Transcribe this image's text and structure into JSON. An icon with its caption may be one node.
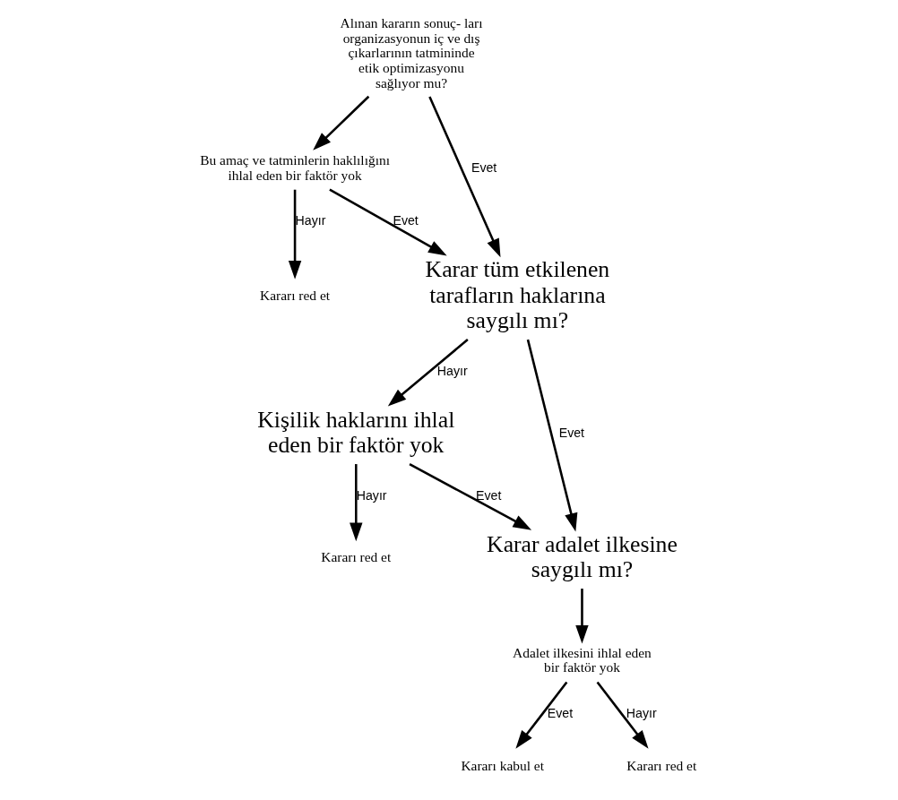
{
  "diagram": {
    "nodes": [
      {
        "text": [
          "Alınan kararın sonuç- ları organizasyonun iç ve dış çıkarlarının tatmininde etik optimizasyonu sağlıyor mu?"
        ]
      },
      {
        "text": [
          "Bu amaç ve tatminlerin haklılığını ihlal eden bir faktör yok"
        ]
      },
      {
        "text": [
          "Kararı red et"
        ]
      },
      {
        "text": [
          "Karar tüm etkilenen tarafların haklarına saygılı mı?"
        ]
      },
      {
        "text": [
          "Kişilik haklarını ihlal eden bir faktör yok"
        ]
      },
      {
        "text": [
          "Kararı red et"
        ]
      },
      {
        "text": [
          "Karar adalet ilkesine saygılı mı?"
        ]
      },
      {
        "text": [
          "Adalet ilkesini ihlal eden bir faktör yok"
        ]
      },
      {
        "text": [
          "Kararı kabul et"
        ]
      },
      {
        "text": [
          "Kararı red et"
        ]
      }
    ],
    "edges": [
      {
        "from": 0,
        "to": 1,
        "arrow": "to"
      },
      {
        "from": 0,
        "to": 3,
        "arrow": "to",
        "label": "Evet"
      },
      {
        "from": 1,
        "to": 3,
        "arrow": "to",
        "label": "Evet"
      },
      {
        "from": 1,
        "to": 2,
        "arrow": "to",
        "label": "Hayır"
      },
      {
        "from": 3,
        "to": 4,
        "arrow": "to",
        "label": "Hayır"
      },
      {
        "from": 3,
        "to": 6,
        "arrow": "to",
        "label": "Evet"
      },
      {
        "from": 4,
        "to": 6,
        "arrow": "to",
        "label": "Evet"
      },
      {
        "from": 4,
        "to": 5,
        "arrow": "to",
        "label": "Hayır"
      },
      {
        "from": 6,
        "to": 7,
        "arrow": "to"
      },
      {
        "from": 7,
        "to": 8,
        "arrow": "to",
        "label": "Evet"
      },
      {
        "from": 7,
        "to": 9,
        "arrow": "to",
        "label": "Hayır"
      }
    ]
  }
}
